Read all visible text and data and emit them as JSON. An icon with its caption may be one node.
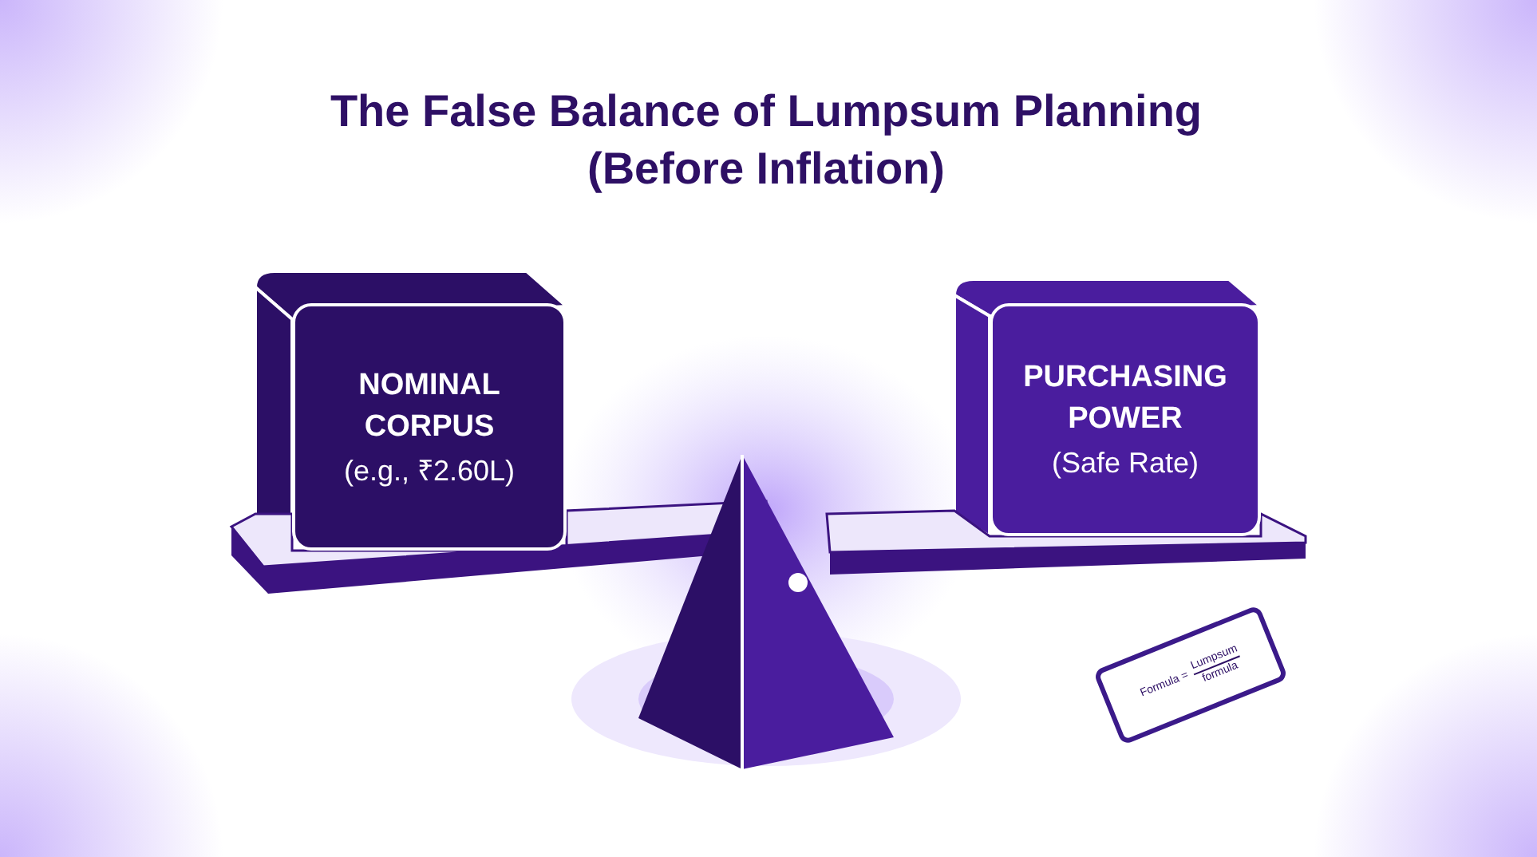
{
  "diagram": {
    "title": "The False Balance of Lumpsum Planning (Before Inflation)",
    "nodes": [
      {
        "text": [
          "NOMINAL CORPUS",
          "(e.g., ₹2.60L)"
        ]
      },
      {
        "text": [
          "PURCHASING POWER",
          "(Safe Rate)"
        ]
      },
      {
        "text": [
          "Formula =",
          "Lumpsum",
          "formula"
        ]
      }
    ]
  }
}
